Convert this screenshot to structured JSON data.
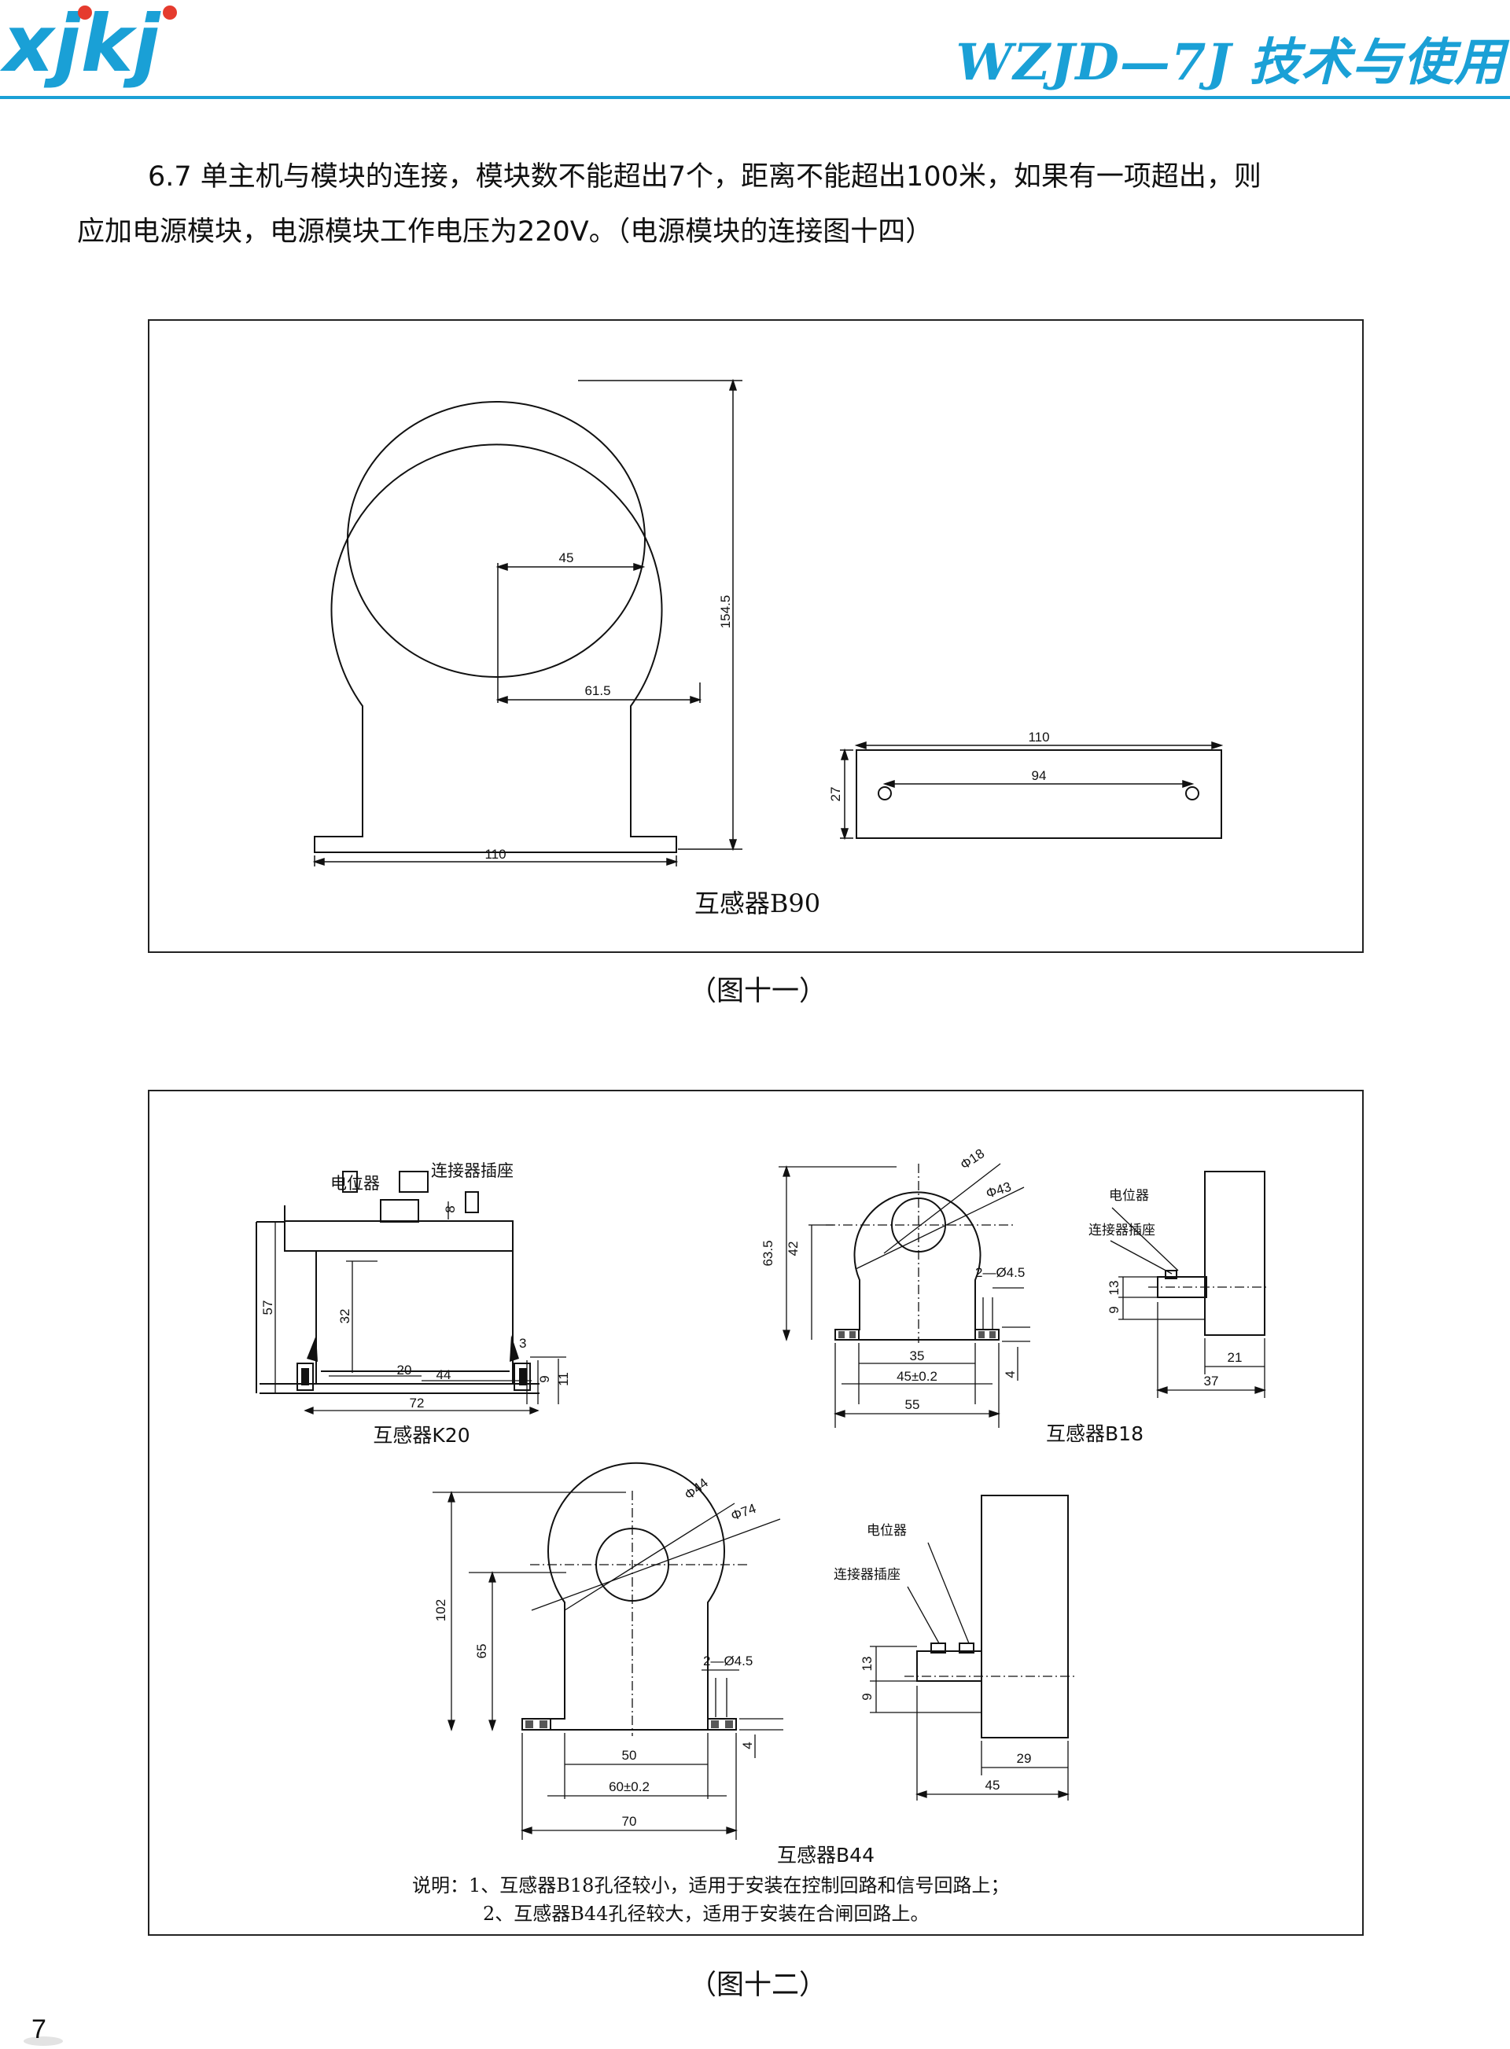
{
  "header": {
    "logo_text": "xjkj",
    "title": "WZJD—7J 技术与使用",
    "accent_color": "#1aa0d6"
  },
  "paragraph": {
    "line1": "6.7 单主机与模块的连接，模块数不能超出7个，距离不能超出100米，如果有一项超出，则",
    "line2": "应加电源模块，电源模块工作电压为220V。（电源模块的连接图十四）"
  },
  "figure11": {
    "dims": {
      "inner_r": "45",
      "outer_r": "61.5",
      "height": "154.5",
      "base_width": "110",
      "side_width": "110",
      "hole_spacing": "94",
      "side_height": "27"
    },
    "label": "互感器B90",
    "caption": "（图十一）"
  },
  "figure12": {
    "k20": {
      "label": "互感器K20",
      "potentiometer": "电位器",
      "connector": "连接器插座",
      "dims": {
        "d57": "57",
        "d32": "32",
        "d8": "8",
        "d3": "3",
        "d9": "9",
        "d11": "11",
        "d20": "20",
        "d44": "44",
        "d72": "72"
      }
    },
    "b18": {
      "label": "互感器B18",
      "dims": {
        "phi18": "Φ18",
        "phi43": "Φ43",
        "d63_5": "63.5",
        "d42": "42",
        "holes": "2—Ø4.5",
        "d35": "35",
        "d45": "45±0.2",
        "d55": "55",
        "d4": "4"
      },
      "side": {
        "potentiometer": "电位器",
        "connector": "连接器插座",
        "d13": "13",
        "d9": "9",
        "d21": "21",
        "d37": "37"
      }
    },
    "b44": {
      "label": "互感器B44",
      "dims": {
        "phi44": "Φ44",
        "phi74": "Φ74",
        "d102": "102",
        "d65": "65",
        "holes": "2—Ø4.5",
        "d50": "50",
        "d60": "60±0.2",
        "d70": "70",
        "d4": "4"
      },
      "side": {
        "potentiometer": "电位器",
        "connector": "连接器插座",
        "d13": "13",
        "d9": "9",
        "d29": "29",
        "d45": "45"
      }
    },
    "notes": {
      "line1": "说明：1、互感器B18孔径较小，适用于安装在控制回路和信号回路上；",
      "line2": "2、互感器B44孔径较大，适用于安装在合闸回路上。"
    },
    "caption": "（图十二）"
  },
  "page_number": "7"
}
